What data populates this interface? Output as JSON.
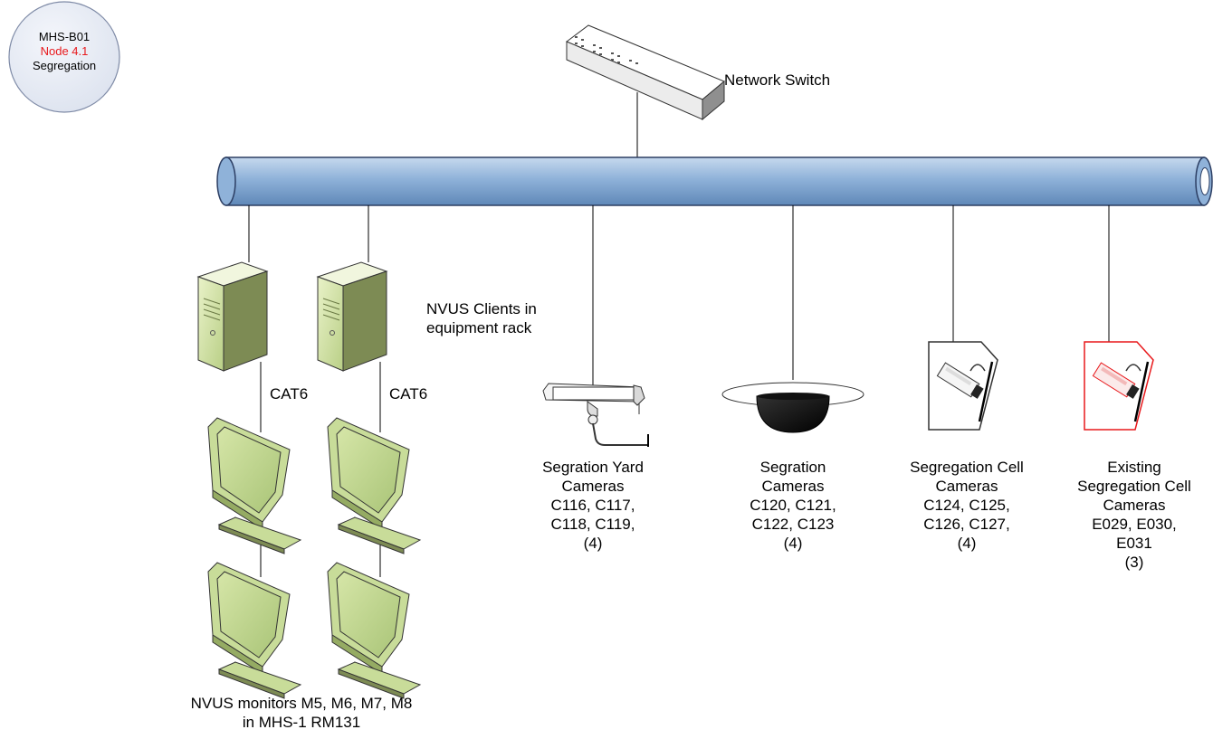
{
  "badge": {
    "building": "MHS-B01",
    "node": "Node 4.1",
    "area": "Segregation",
    "node_color": "#e8191c"
  },
  "network_switch": {
    "label": "Network Switch",
    "icon": "network-switch-icon"
  },
  "clients": {
    "label_lines": [
      "NVUS Clients in",
      "equipment rack"
    ],
    "cable_labels": [
      "CAT6",
      "CAT6"
    ],
    "icon": "tower-server-icon"
  },
  "monitors": {
    "label_lines": [
      "NVUS monitors M5, M6, M7, M8",
      "in MHS-1 RM131"
    ],
    "icon": "lcd-monitor-icon"
  },
  "camera_groups": [
    {
      "icon": "bullet-camera-icon",
      "lines": [
        "Segration Yard",
        "Cameras",
        "C116, C117,",
        "C118, C119,",
        "(4)"
      ]
    },
    {
      "icon": "dome-camera-icon",
      "lines": [
        "Segration",
        "Cameras",
        "C120, C121,",
        "C122, C123",
        "(4)"
      ]
    },
    {
      "icon": "wall-camera-icon",
      "lines": [
        "Segregation Cell",
        "Cameras",
        "C124, C125,",
        "C126, C127,",
        "(4)"
      ]
    },
    {
      "icon": "wall-camera-existing-icon",
      "lines": [
        "Existing",
        "Segregation Cell",
        "Cameras",
        "E029, E030,",
        "E031",
        "(3)"
      ],
      "color": "#e8191c"
    }
  ]
}
